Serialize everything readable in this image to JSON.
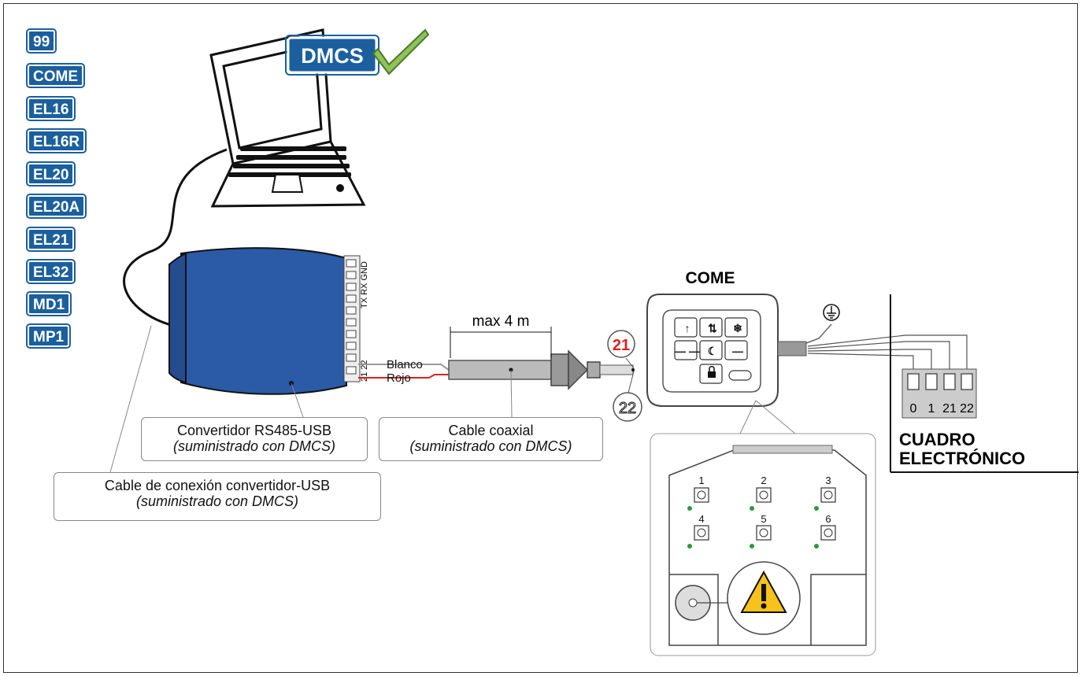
{
  "models": [
    "99",
    "COME",
    "EL16",
    "EL16R",
    "EL20",
    "EL20A",
    "EL21",
    "EL32",
    "MD1",
    "MP1"
  ],
  "badge": "DMCS",
  "converter_pins": "TX RX GND",
  "terminal_pins": "21 22",
  "wire_white": "Blanco",
  "wire_red": "Rojo",
  "max_length": "max 4 m",
  "terminal_21": "21",
  "terminal_22": "22",
  "come_title": "COME",
  "keypad_numbers": [
    "1",
    "2",
    "3",
    "4",
    "5",
    "6"
  ],
  "panel_terminals": [
    "0",
    "1",
    "21",
    "22"
  ],
  "panel_title_line1": "CUADRO",
  "panel_title_line2": "ELECTRÓNICO",
  "labels": {
    "converter_title": "Convertidor RS485-USB",
    "converter_note": "(suministrado con DMCS)",
    "coax_title": "Cable coaxial",
    "coax_note": "(suministrado con DMCS)",
    "usbcable_title": "Cable de conexión convertidor-USB",
    "usbcable_note": "(suministrado con DMCS)"
  }
}
